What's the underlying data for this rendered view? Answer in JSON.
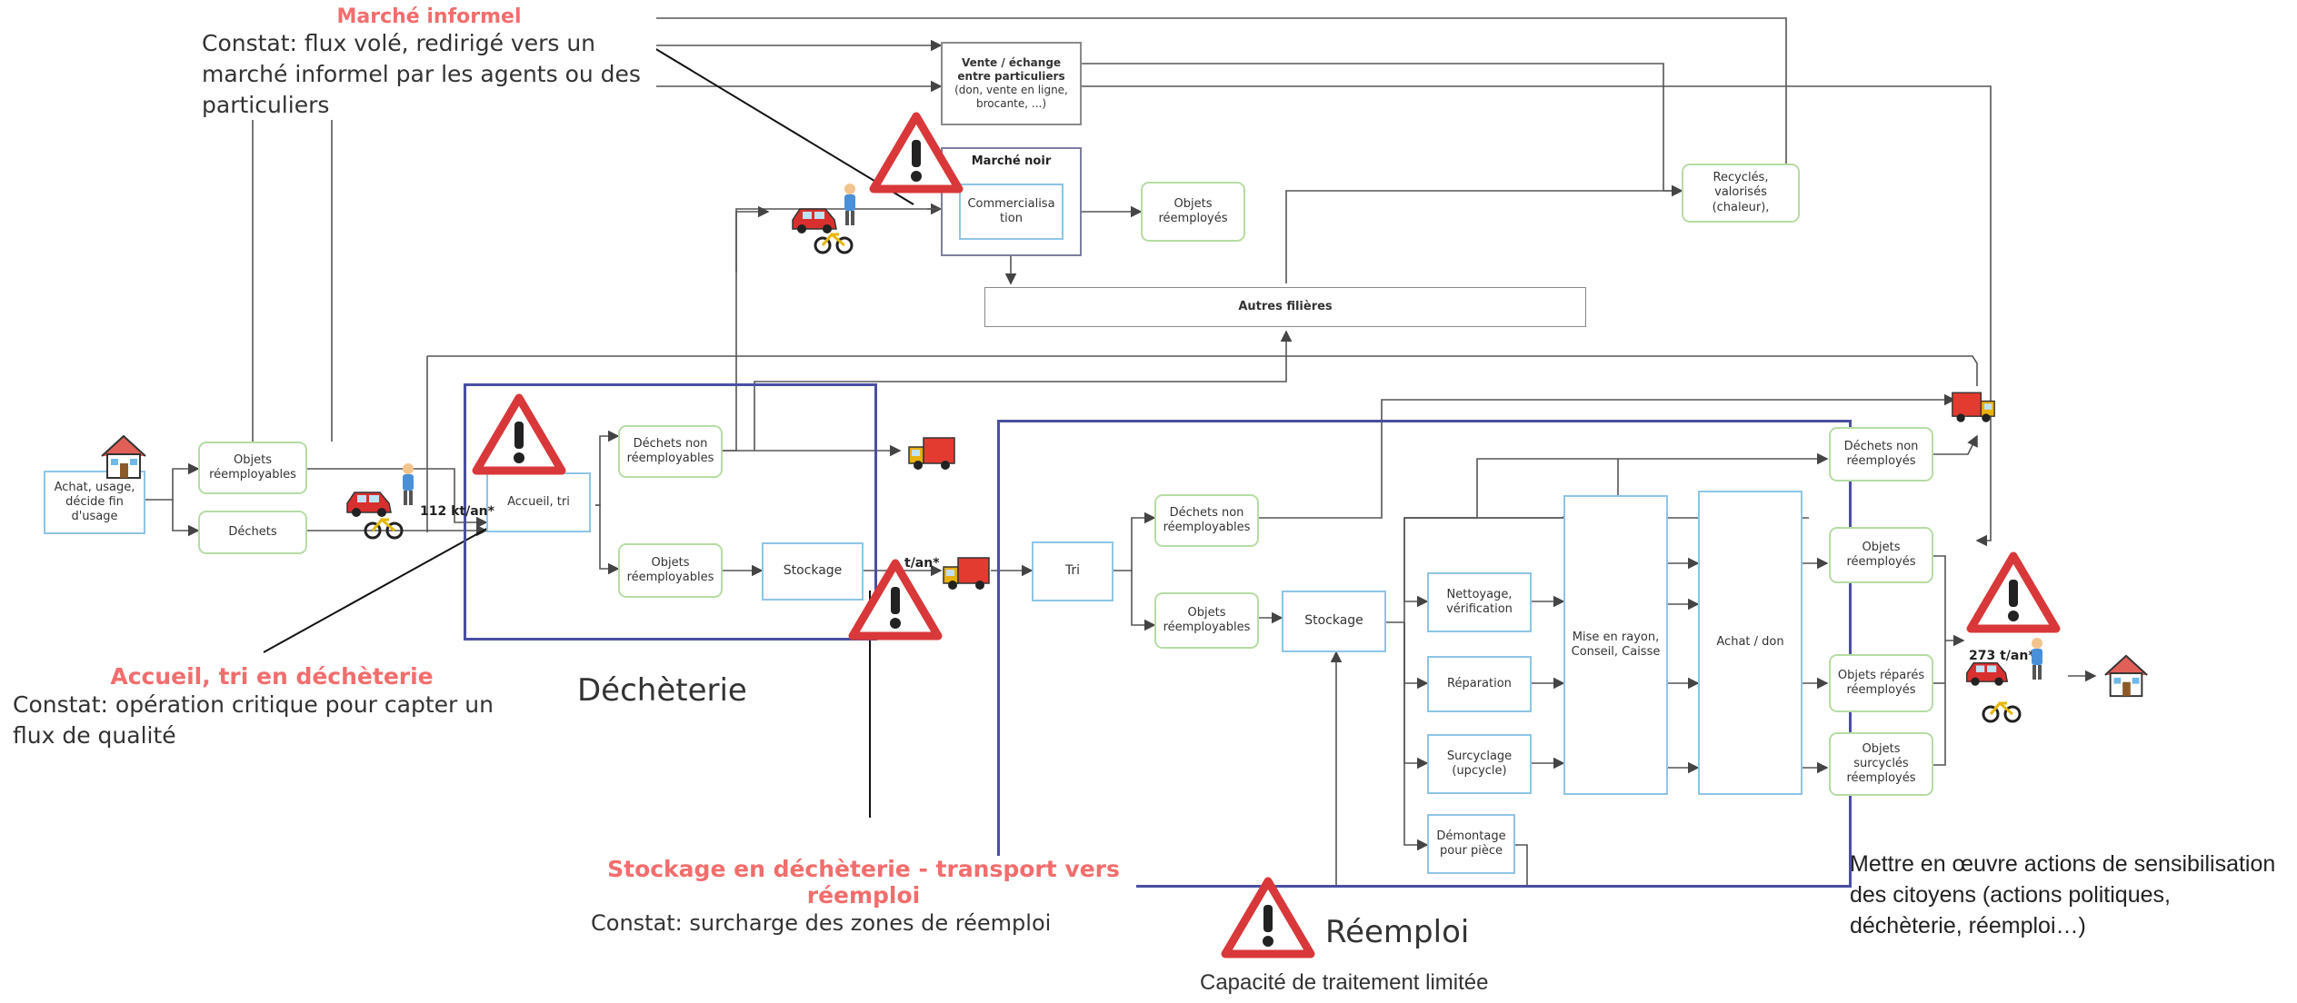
{
  "annotations": {
    "informal": {
      "title": "Marché informel",
      "text": "Constat: flux volé, redirigé vers un marché informel par les agents ou des particuliers"
    },
    "accueil": {
      "title": "Accueil, tri en déchèterie",
      "text": "Constat: opération critique pour capter un flux de qualité"
    },
    "stockage": {
      "title": "Stockage en déchèterie - transport vers réemploi",
      "text": "Constat: surcharge des zones de réemploi"
    },
    "reemploi": {
      "title": "Réemploi",
      "text": "Capacité de traitement limitée"
    },
    "dechetterie_label": "Déchèterie",
    "sensibilisation": "Mettre en œuvre actions de sensibilisation des citoyens (actions politiques, déchèterie, réemploi…)"
  },
  "nodes": {
    "achat": "Achat, usage, décide fin d'usage",
    "objets_reemployables_1": "Objets réemployables",
    "dechets_1": "Déchets",
    "accueil_tri": "Accueil, tri",
    "dechets_non_reemployables_1": "Déchets non réemployables",
    "objets_reemployables_2": "Objets réemployables",
    "stockage_1": "Stockage",
    "vente_title": "Vente / échange entre particuliers",
    "vente_sub": "(don, vente en ligne, brocante, ...)",
    "marche_noir": "Marché noir",
    "commercialisation": "Commercialisa tion",
    "objets_reemployes_top": "Objets réemployés",
    "recycles": "Recyclés, valorisés (chaleur),",
    "autres_filieres": "Autres filières",
    "tri": "Tri",
    "dechets_non_reemployables_2": "Déchets non réemployables",
    "objets_reemployables_3": "Objets réemployables",
    "stockage_2": "Stockage",
    "nettoyage": "Nettoyage, vérification",
    "reparation": "Réparation",
    "surcyclage": "Surcyclage (upcycle)",
    "demontage": "Démontage pour pièce",
    "mise_en_rayon": "Mise en rayon, Conseil, Caisse",
    "achat_don": "Achat / don",
    "dechets_non_reemployes": "Déchets non réemployés",
    "objets_reemployes_right": "Objets réemployés",
    "objets_repares": "Objets réparés réemployés",
    "objets_surcycles": "Objets surcyclés réemployés"
  },
  "flows": {
    "f1": "112 kt/an*",
    "f2": "t/an*",
    "f3": "273 t/an*"
  },
  "icons": [
    "house-icon",
    "car-icon",
    "bike-icon",
    "person-icon",
    "truck-icon",
    "warning-icon"
  ],
  "colors": {
    "warning": "#d9383a",
    "frame": "#4a4fa3",
    "red_title": "#f26d6d",
    "blue_box": "#8ec5e6",
    "green_box": "#b6dca4"
  }
}
